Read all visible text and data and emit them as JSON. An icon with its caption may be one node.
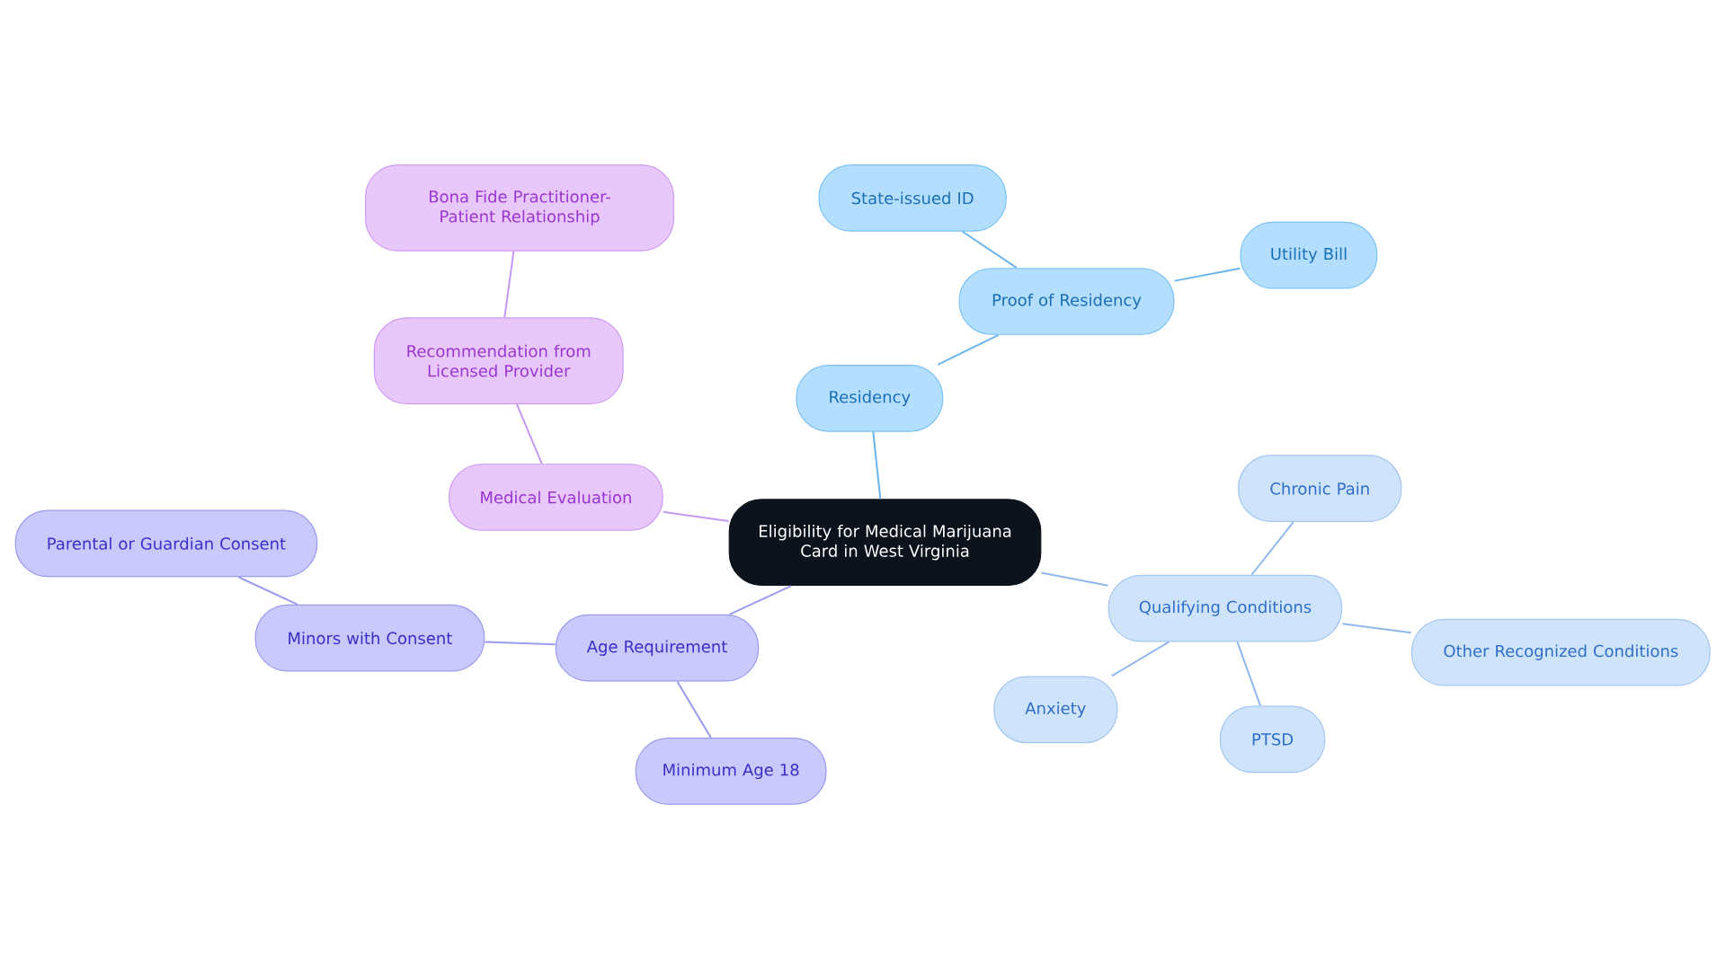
{
  "diagram": {
    "nodes": [
      {
        "text": [
          "Eligibility for Medical Marijuana Card in West Virginia"
        ]
      },
      {
        "text": [
          "Residency"
        ]
      },
      {
        "text": [
          "Proof of Residency"
        ]
      },
      {
        "text": [
          "State-issued ID"
        ]
      },
      {
        "text": [
          "Utility Bill"
        ]
      },
      {
        "text": [
          "Qualifying Conditions"
        ]
      },
      {
        "text": [
          "Chronic Pain"
        ]
      },
      {
        "text": [
          "Other Recognized Conditions"
        ]
      },
      {
        "text": [
          "PTSD"
        ]
      },
      {
        "text": [
          "Anxiety"
        ]
      },
      {
        "text": [
          "Age Requirement"
        ]
      },
      {
        "text": [
          "Minors with Consent"
        ]
      },
      {
        "text": [
          "Parental or Guardian Consent"
        ]
      },
      {
        "text": [
          "Minimum Age 18"
        ]
      },
      {
        "text": [
          "Medical Evaluation"
        ]
      },
      {
        "text": [
          "Recommendation from Licensed Provider"
        ]
      },
      {
        "text": [
          "Bona Fide Practitioner-Patient Relationship"
        ]
      }
    ],
    "edges": [
      {
        "from": 0,
        "to": 1,
        "arrow": "none",
        "color": "#6ab4ec"
      },
      {
        "from": 1,
        "to": 2,
        "arrow": "none",
        "color": "#6ab4ec"
      },
      {
        "from": 2,
        "to": 3,
        "arrow": "none",
        "color": "#6ab4ec"
      },
      {
        "from": 2,
        "to": 4,
        "arrow": "none",
        "color": "#6ab4ec"
      },
      {
        "from": 0,
        "to": 5,
        "arrow": "none",
        "color": "#8fb8ee"
      },
      {
        "from": 5,
        "to": 6,
        "arrow": "none",
        "color": "#8fb8ee"
      },
      {
        "from": 5,
        "to": 7,
        "arrow": "none",
        "color": "#8fb8ee"
      },
      {
        "from": 5,
        "to": 8,
        "arrow": "none",
        "color": "#8fb8ee"
      },
      {
        "from": 5,
        "to": 9,
        "arrow": "none",
        "color": "#8fb8ee"
      },
      {
        "from": 0,
        "to": 10,
        "arrow": "none",
        "color": "#9a9af0"
      },
      {
        "from": 10,
        "to": 11,
        "arrow": "none",
        "color": "#9a9af0"
      },
      {
        "from": 11,
        "to": 12,
        "arrow": "none",
        "color": "#9a9af0"
      },
      {
        "from": 10,
        "to": 13,
        "arrow": "none",
        "color": "#9a9af0"
      },
      {
        "from": 0,
        "to": 14,
        "arrow": "none",
        "color": "#c49af0"
      },
      {
        "from": 14,
        "to": 15,
        "arrow": "none",
        "color": "#c49af0"
      },
      {
        "from": 15,
        "to": 16,
        "arrow": "none",
        "color": "#c49af0"
      }
    ]
  }
}
